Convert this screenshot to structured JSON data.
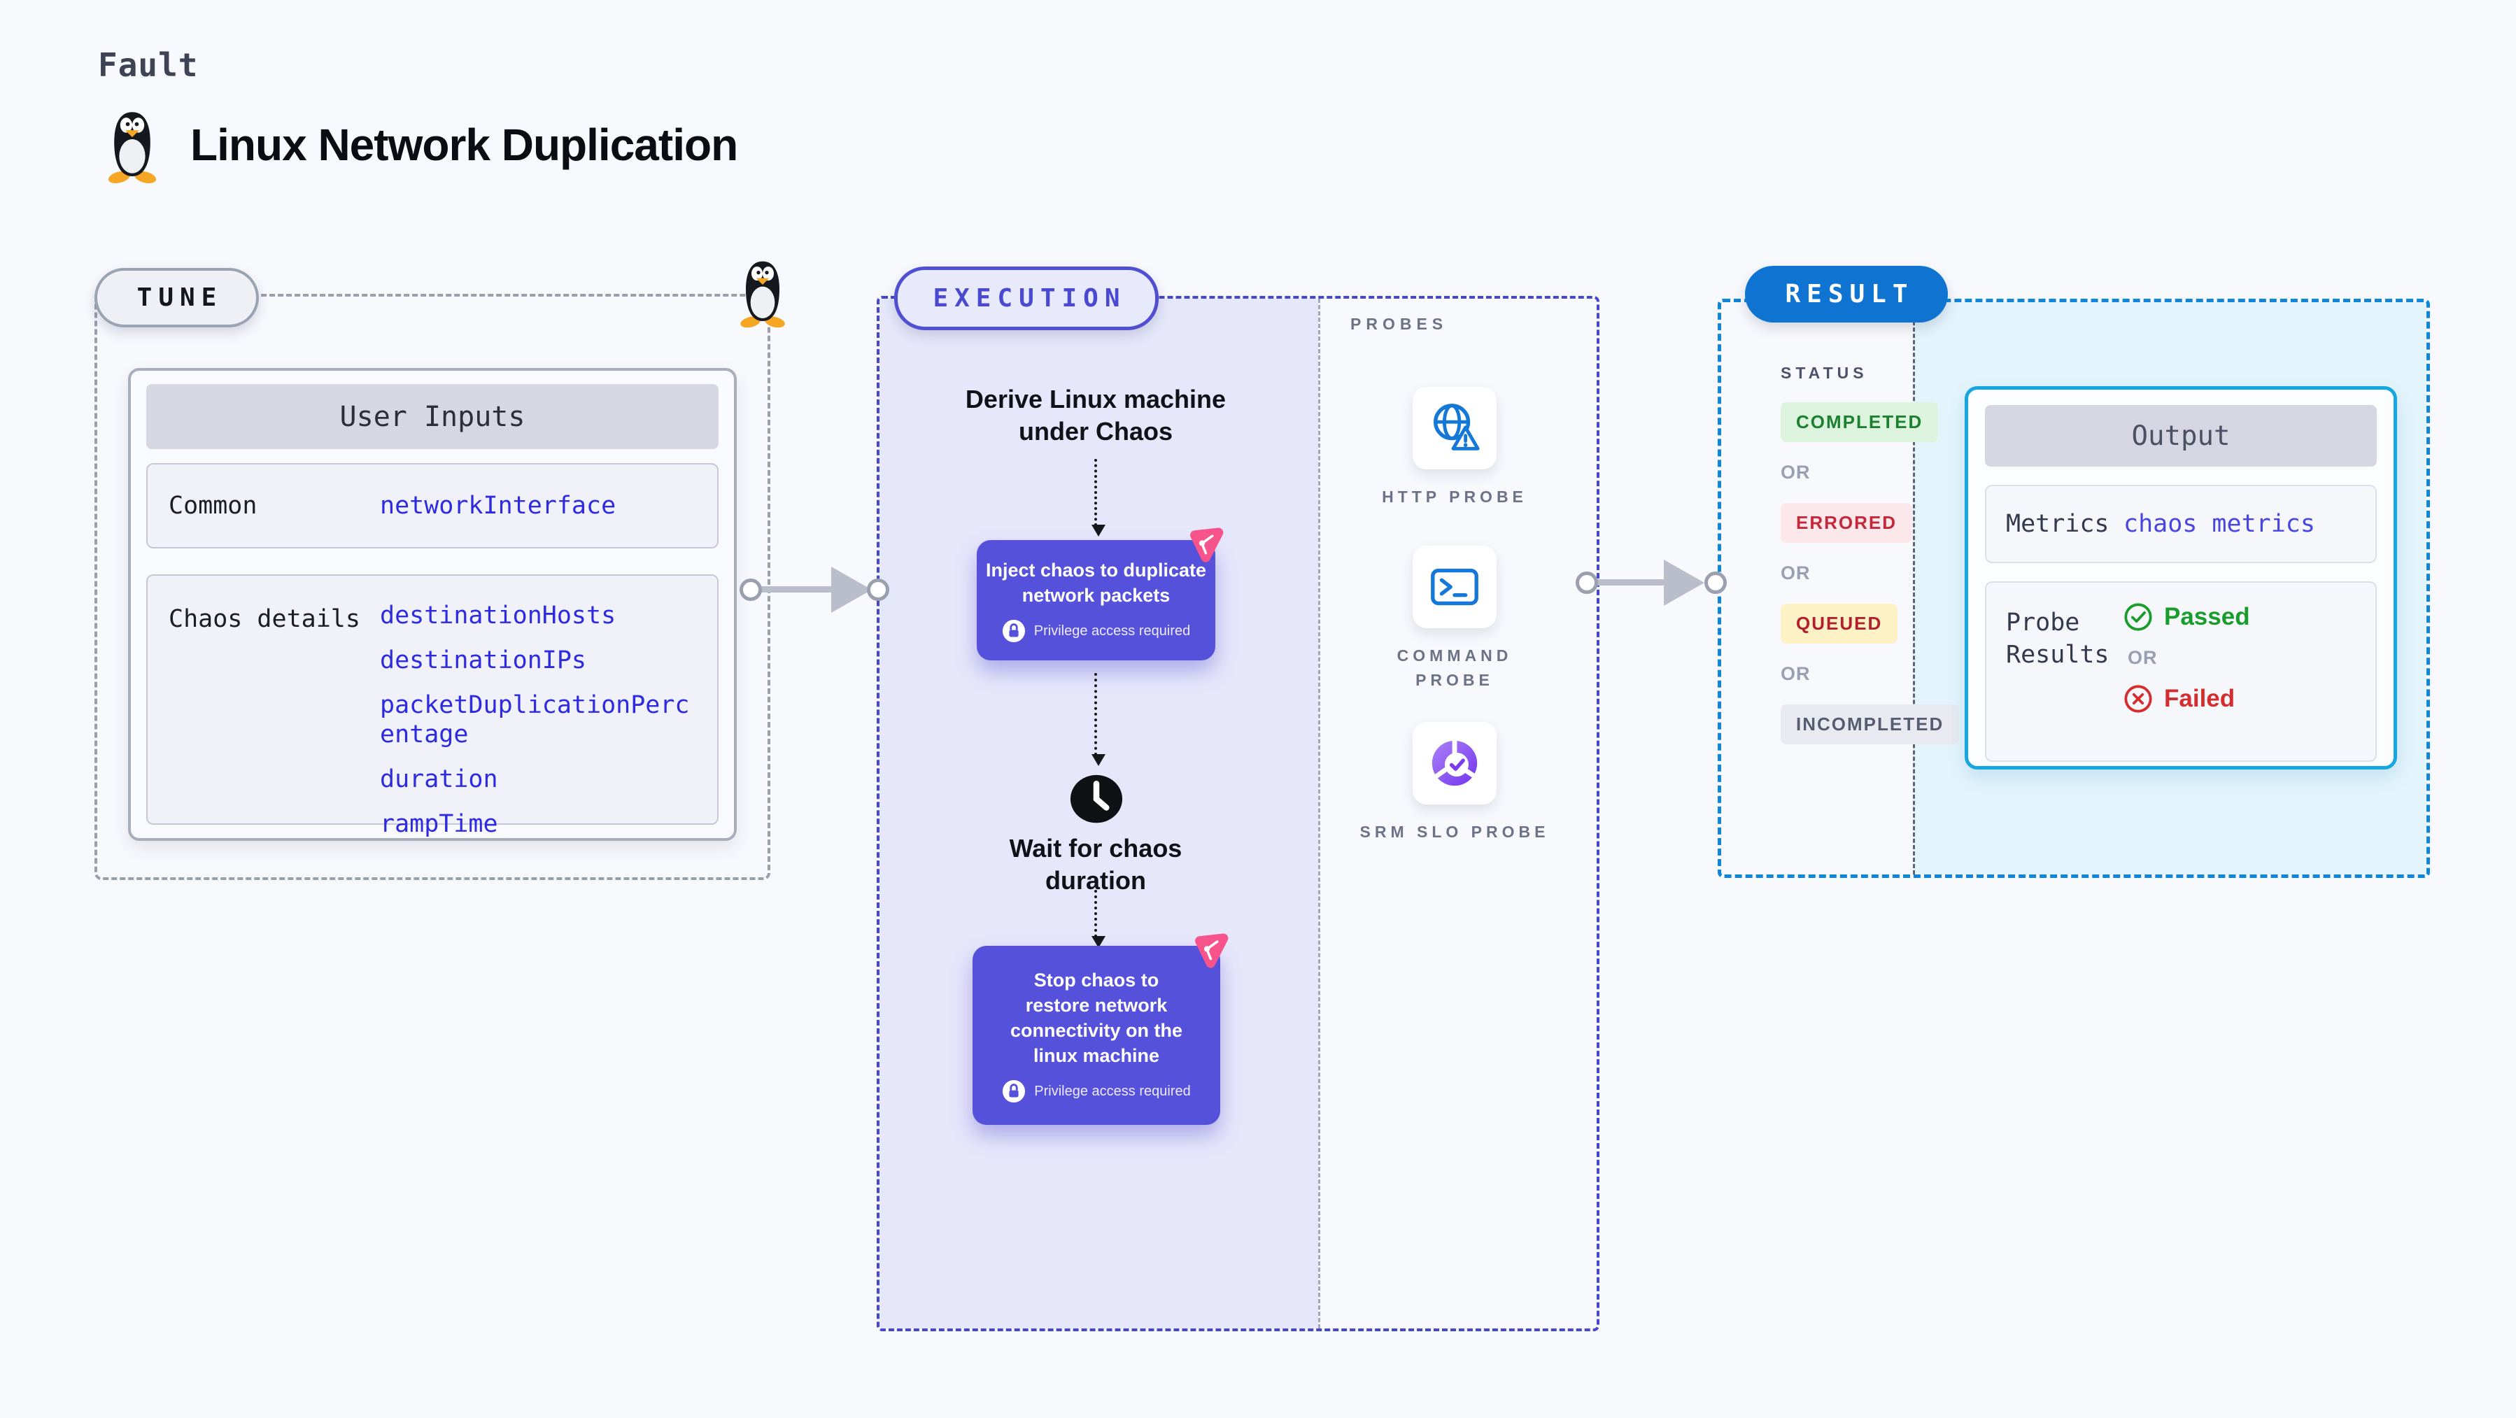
{
  "page": {
    "kicker": "Fault",
    "title": "Linux Network Duplication"
  },
  "colors": {
    "background": "#f8f9fd",
    "tune_gray": "#99a0ac",
    "execution_indigo": "#4f4fd2",
    "execution_fill": "#e7e7fb",
    "chaos_card": "#5651da",
    "chaos_logo_pink": "#f7548c",
    "result_blue": "#0f74d1",
    "result_dash": "#0f86da",
    "result_fill": "#e4f4fc",
    "output_border": "#17a6e0",
    "value_blue": "#2d2ae0",
    "probe_icon_blue": "#1478d8",
    "passed_green": "#1a9c2c",
    "failed_red": "#d42d2d"
  },
  "tune": {
    "badge": "TUNE",
    "card_title": "User Inputs",
    "rows": [
      {
        "label": "Common",
        "values": [
          "networkInterface"
        ]
      },
      {
        "label": "Chaos details",
        "values": [
          "destinationHosts",
          "destinationIPs",
          "packetDuplicationPercentage",
          "duration",
          "rampTime"
        ]
      }
    ]
  },
  "execution": {
    "badge": "EXECUTION",
    "privilege_note": "Privilege access required",
    "derive_lines": [
      "Derive Linux machine",
      "under Chaos"
    ],
    "inject_lines": [
      "Inject chaos to duplicate",
      "network packets"
    ],
    "wait_lines": [
      "Wait for chaos",
      "duration"
    ],
    "stop_lines": [
      "Stop chaos to",
      "restore network",
      "connectivity on the",
      "linux machine"
    ]
  },
  "probes": {
    "title": "PROBES",
    "items": [
      {
        "label": "HTTP PROBE",
        "icon": "globe-alert-icon"
      },
      {
        "label": "COMMAND PROBE",
        "icon": "terminal-icon"
      },
      {
        "label": "SRM SLO PROBE",
        "icon": "slo-donut-icon"
      }
    ]
  },
  "result": {
    "badge": "RESULT",
    "status_title": "STATUS",
    "or_label": "OR",
    "statuses": [
      {
        "label": "COMPLETED",
        "variant": "green"
      },
      {
        "label": "ERRORED",
        "variant": "red"
      },
      {
        "label": "QUEUED",
        "variant": "yellow"
      },
      {
        "label": "INCOMPLETED",
        "variant": "gray"
      }
    ],
    "output": {
      "title": "Output",
      "metrics_label": "Metrics",
      "metrics_value": "chaos metrics",
      "probe_results_label": "Probe Results",
      "passed": "Passed",
      "failed": "Failed"
    }
  }
}
